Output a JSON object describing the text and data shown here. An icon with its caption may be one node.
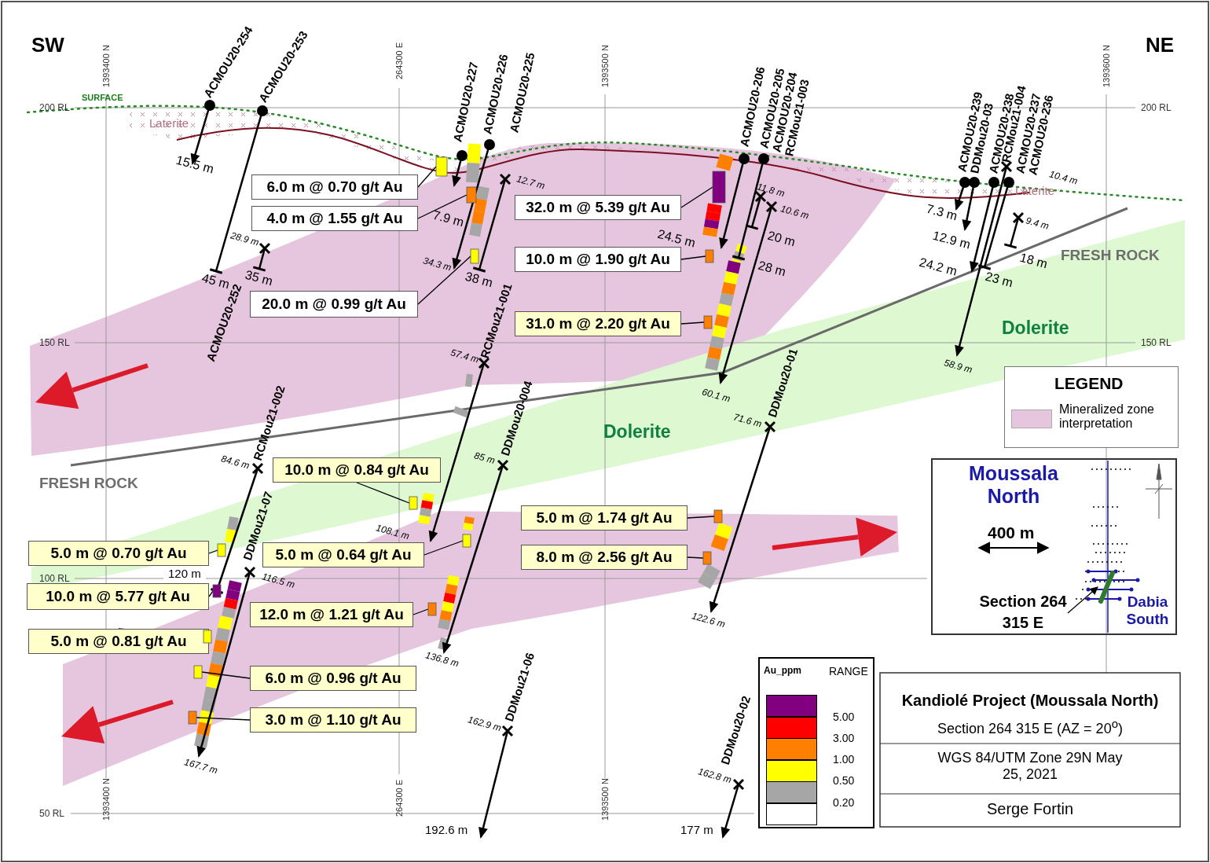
{
  "diagram": {
    "nodes": [
      {
        "text": [
          "6.0 m @ 0.70 g/t Au"
        ]
      },
      {
        "text": [
          "4.0 m @ 1.55 g/t Au"
        ]
      },
      {
        "text": [
          "20.0 m @ 0.99 g/t Au"
        ]
      },
      {
        "text": [
          "32.0 m @ 5.39 g/t Au"
        ]
      },
      {
        "text": [
          "10.0 m @ 1.90 g/t Au"
        ]
      },
      {
        "text": [
          "31.0 m @ 2.20 g/t Au"
        ]
      },
      {
        "text": [
          "10.0 m @ 0.84 g/t Au"
        ]
      },
      {
        "text": [
          "5.0 m @ 1.74 g/t Au"
        ]
      },
      {
        "text": [
          "5.0 m @ 0.70 g/t Au"
        ]
      },
      {
        "text": [
          "5.0 m @ 0.64 g/t Au"
        ]
      },
      {
        "text": [
          "8.0 m @ 2.56 g/t Au"
        ]
      },
      {
        "text": [
          "10.0 m @ 5.77 g/t Au"
        ]
      },
      {
        "text": [
          "12.0 m @ 1.21 g/t Au"
        ]
      },
      {
        "text": [
          "5.0 m @ 0.81 g/t Au"
        ]
      },
      {
        "text": [
          "6.0 m @ 0.96 g/t Au"
        ]
      },
      {
        "text": [
          "3.0 m @ 1.10 g/t Au"
        ]
      },
      {
        "text": [],
        "shape": "box"
      },
      {
        "text": [
          "Section 264 315 E"
        ],
        "in": 16
      },
      {
        "text": [],
        "shape": "bar",
        "in": 16
      },
      {
        "text": [],
        "shape": "bar"
      },
      {
        "text": [],
        "shape": "bar"
      },
      {
        "text": [],
        "shape": "bar"
      },
      {
        "text": [],
        "shape": "bar"
      },
      {
        "text": [],
        "shape": "bar"
      },
      {
        "text": [],
        "shape": "bar"
      },
      {
        "text": [],
        "shape": "bar"
      },
      {
        "text": [],
        "shape": "bar"
      },
      {
        "text": [],
        "shape": "bar"
      },
      {
        "text": [],
        "shape": "bar"
      },
      {
        "text": [],
        "shape": "bar"
      },
      {
        "text": [],
        "shape": "bar"
      },
      {
        "text": [],
        "shape": "bar"
      },
      {
        "text": [],
        "shape": "bar"
      },
      {
        "text": [],
        "shape": "bar"
      },
      {
        "text": [],
        "shape": "bar"
      }
    ],
    "edges": [
      {
        "from": 0,
        "to": 19,
        "arrow": "none"
      },
      {
        "from": 1,
        "to": 20,
        "arrow": "none"
      },
      {
        "from": 2,
        "to": 21,
        "arrow": "none"
      },
      {
        "from": 3,
        "to": 22,
        "arrow": "none"
      },
      {
        "from": 4,
        "to": 23,
        "arrow": "none"
      },
      {
        "from": 5,
        "to": 24,
        "arrow": "none"
      },
      {
        "from": 6,
        "to": 25,
        "arrow": "none"
      },
      {
        "from": 7,
        "to": 26,
        "arrow": "none"
      },
      {
        "from": 8,
        "to": 27,
        "arrow": "none"
      },
      {
        "from": 9,
        "to": 28,
        "arrow": "none"
      },
      {
        "from": 10,
        "to": 29,
        "arrow": "none"
      },
      {
        "from": 11,
        "to": 30,
        "arrow": "none"
      },
      {
        "from": 12,
        "to": 31,
        "arrow": "none"
      },
      {
        "from": 13,
        "to": 32,
        "arrow": "none"
      },
      {
        "from": 14,
        "to": 33,
        "arrow": "none"
      },
      {
        "from": 15,
        "to": 34,
        "arrow": "none"
      },
      {
        "from": 17,
        "to": 18,
        "arrow": "to"
      }
    ],
    "labels": [
      "SW",
      "NE",
      "1393400 N",
      "264300 E",
      "1393500 N",
      "1393600 N",
      "SURFACE",
      "200 RL",
      "200 RL",
      "Laterite",
      "ACMOU20-254",
      "ACMOU20-253",
      "15.5 m",
      "ACMOU20-227",
      "ACMOU20-226",
      "ACMOU20-225",
      "12.7 m",
      "7.9 m",
      "28.9 m",
      "45 m",
      "35 m",
      "ACMOU20-252",
      "34.3 m",
      "38 m",
      "ACMOU20-206",
      "ACMOU20-205",
      "ACMOU20-204",
      "RCMou21-003",
      "11.8 m",
      "10.6 m",
      "24.5 m",
      "20 m",
      "28 m",
      "ACMOU20-239",
      "DDMou20-03",
      "ACMOU20-238",
      "RCMou21-004",
      "ACMOU20-237",
      "ACMOU20-236",
      "10.4 m",
      "Laterite",
      "7.3 m",
      "9.4 m",
      "12.9 m",
      "18 m",
      "FRESH ROCK",
      "24.2 m",
      "23 m",
      "Dolerite",
      "150 RL",
      "150 RL",
      "57.4 m",
      "RCMou21-001",
      "58.9 m",
      "60.1 m",
      "Dolerite",
      "71.6 m",
      "DDMou20-01",
      "RCMou21-002",
      "84.6 m",
      "85 m",
      "DDMou20-004",
      "FRESH ROCK",
      "108.1 m",
      "DDMou21-07",
      "120 m",
      "116.5 m",
      "100 RL",
      "122.6 m",
      "136.8 m",
      "162.9 m",
      "DDMou21-06",
      "162.8 m",
      "DDMou20-02",
      "167.7 m",
      "50 RL",
      "1393400 N",
      "264300 E",
      "1393500 N",
      "192.6 m",
      "177 m",
      "LEGEND",
      "Moussala North",
      "400 m",
      "Dabia South",
      "Au_ppm",
      "RANGE",
      "5.00",
      "3.00",
      "1.00",
      "0.50",
      "0.20",
      "Kandiolé Project (Moussala North)",
      "Section 264 315 E (AZ = 20$^{o}$)",
      "WGS 84/UTM Zone 29N May 25, 2021",
      "Serge Fortin"
    ],
    "legend": [
      {
        "text": "Mineralized zone interpretation",
        "color": "#e6c6de"
      }
    ]
  }
}
